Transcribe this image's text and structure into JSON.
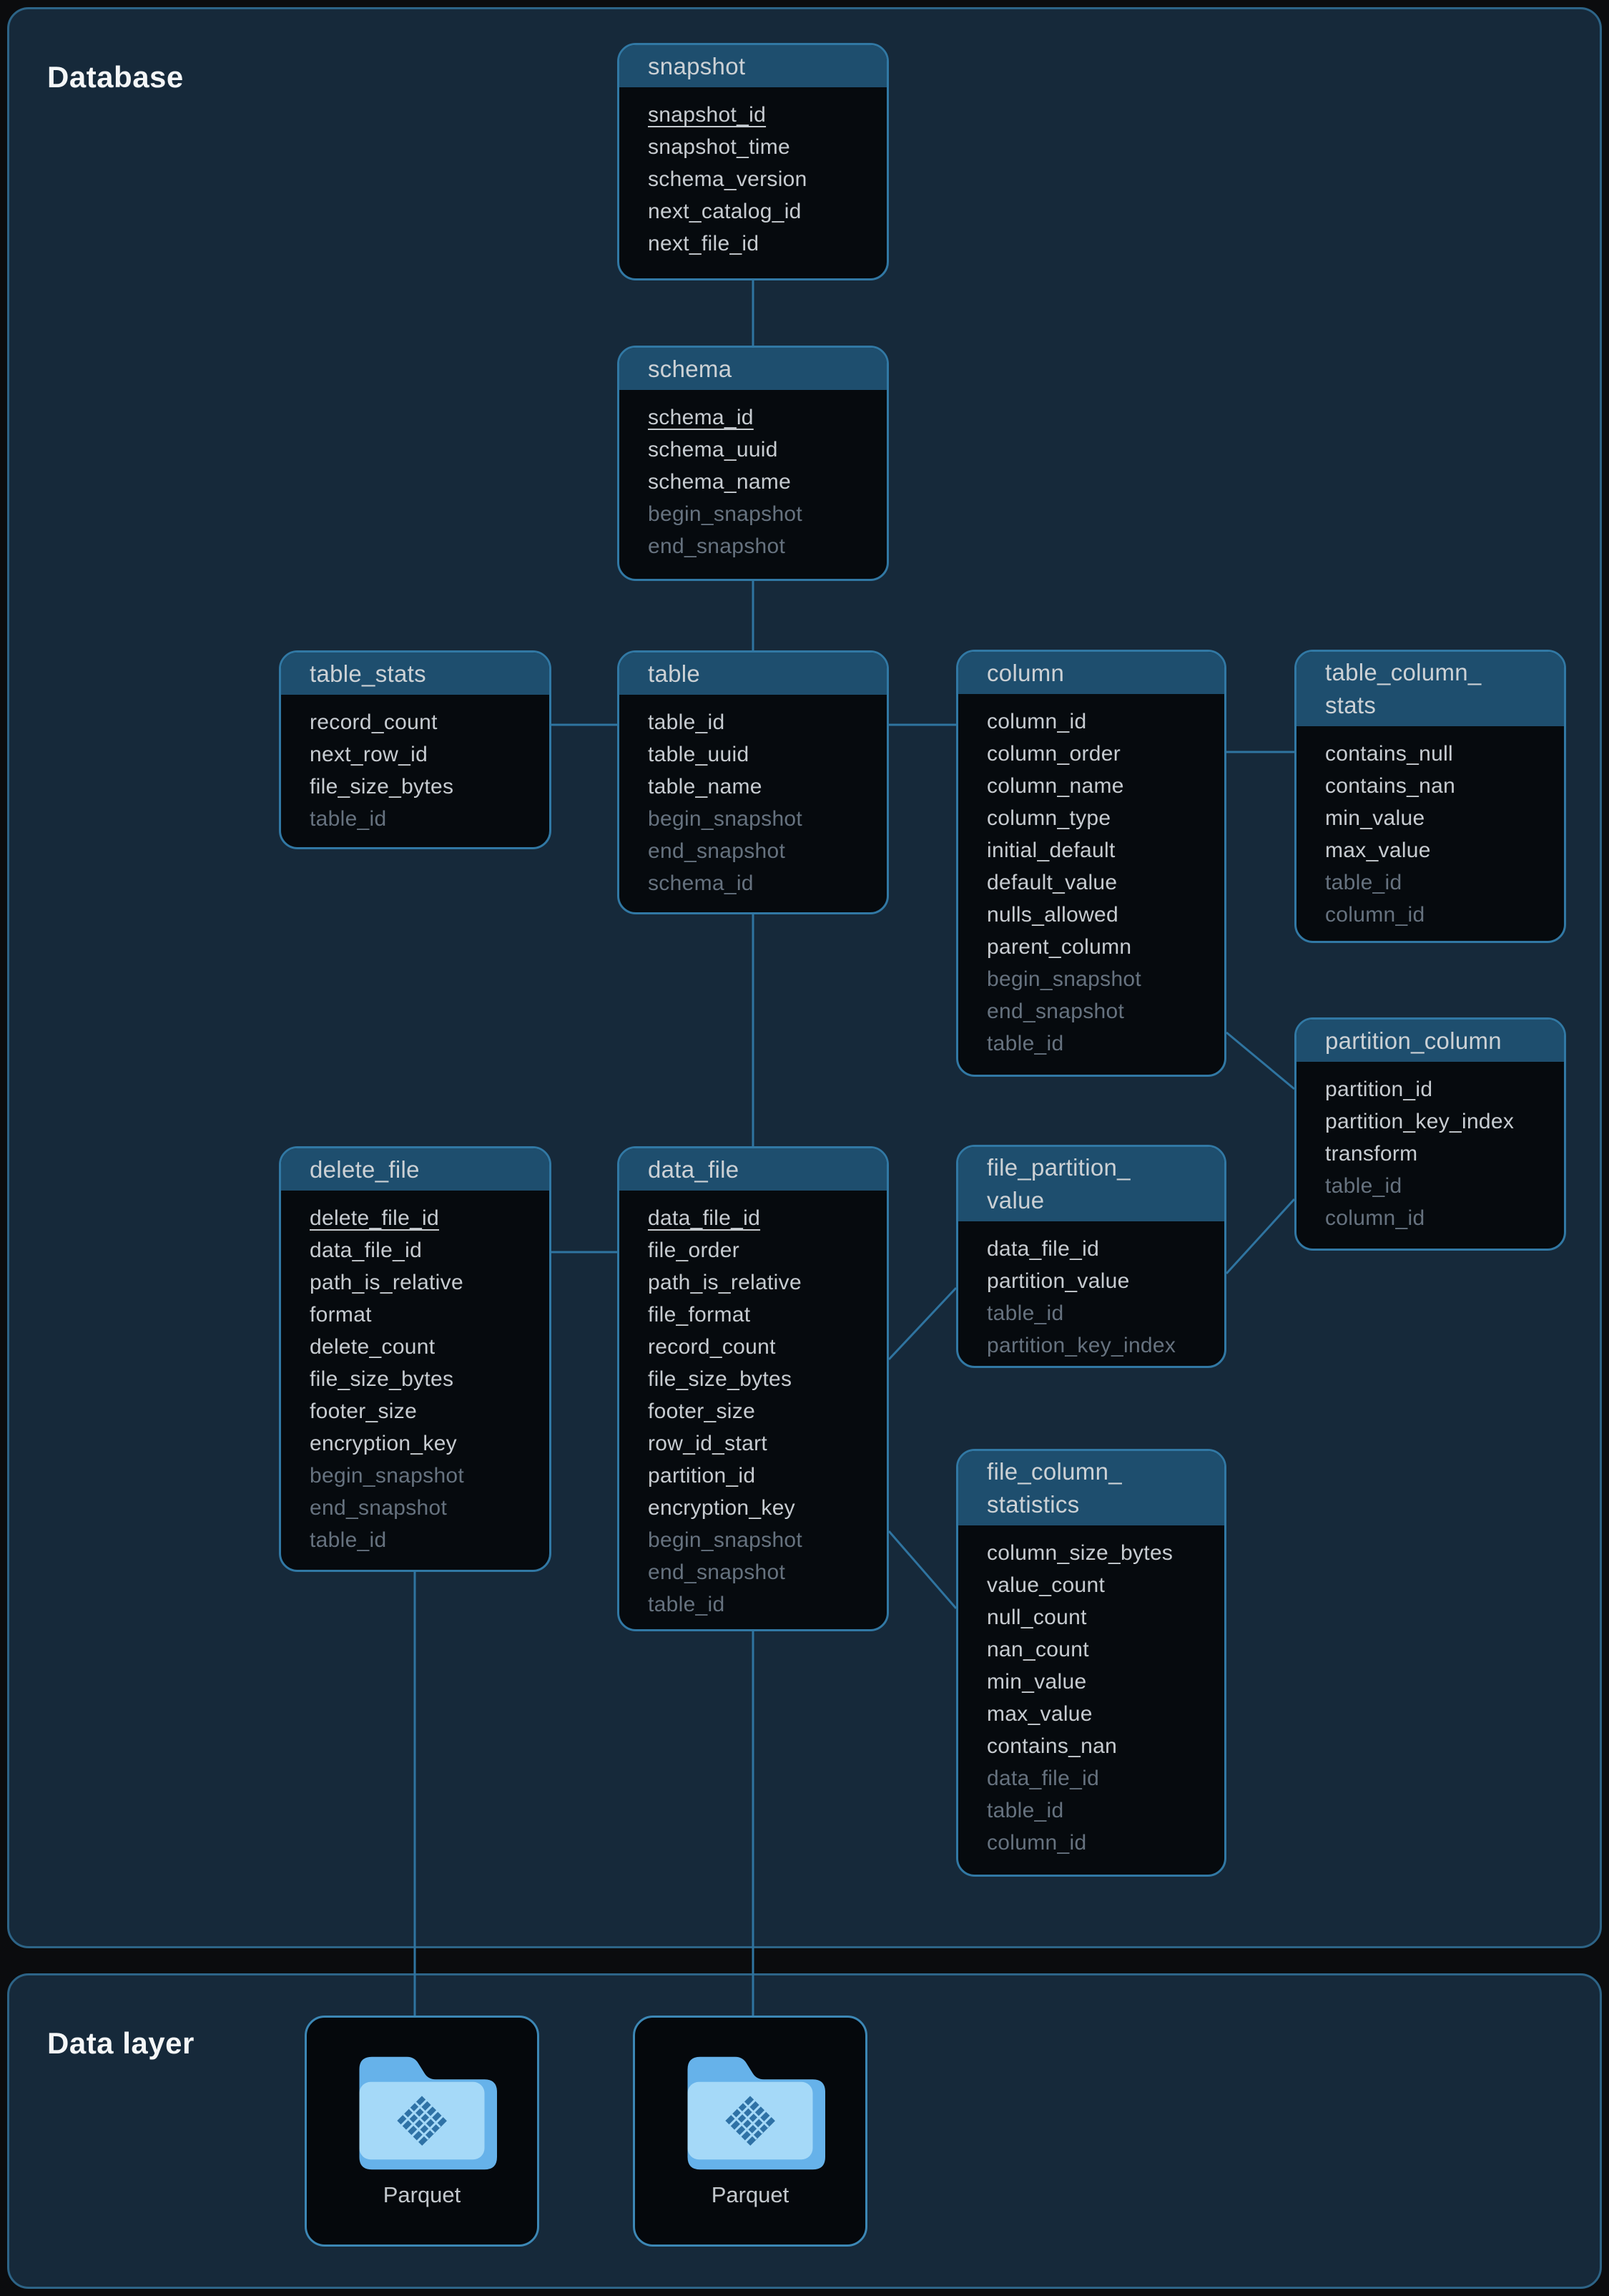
{
  "sections": {
    "database": "Database",
    "data_layer": "Data layer"
  },
  "entities": [
    {
      "id": "snapshot",
      "title_lines": [
        "snapshot"
      ],
      "fields": [
        {
          "name": "snapshot_id",
          "pk": true
        },
        {
          "name": "snapshot_time"
        },
        {
          "name": "schema_version"
        },
        {
          "name": "next_catalog_id"
        },
        {
          "name": "next_file_id"
        }
      ]
    },
    {
      "id": "schema",
      "title_lines": [
        "schema"
      ],
      "fields": [
        {
          "name": "schema_id",
          "pk": true
        },
        {
          "name": "schema_uuid"
        },
        {
          "name": "schema_name"
        },
        {
          "name": "begin_snapshot",
          "dim": true
        },
        {
          "name": "end_snapshot",
          "dim": true
        }
      ]
    },
    {
      "id": "table_stats",
      "title_lines": [
        "table_stats"
      ],
      "fields": [
        {
          "name": "record_count"
        },
        {
          "name": "next_row_id"
        },
        {
          "name": "file_size_bytes"
        },
        {
          "name": "table_id",
          "dim": true
        }
      ]
    },
    {
      "id": "table",
      "title_lines": [
        "table"
      ],
      "fields": [
        {
          "name": "table_id"
        },
        {
          "name": "table_uuid"
        },
        {
          "name": "table_name"
        },
        {
          "name": "begin_snapshot",
          "dim": true
        },
        {
          "name": "end_snapshot",
          "dim": true
        },
        {
          "name": "schema_id",
          "dim": true
        }
      ]
    },
    {
      "id": "column",
      "title_lines": [
        "column"
      ],
      "fields": [
        {
          "name": "column_id"
        },
        {
          "name": "column_order"
        },
        {
          "name": "column_name"
        },
        {
          "name": "column_type"
        },
        {
          "name": "initial_default"
        },
        {
          "name": "default_value"
        },
        {
          "name": "nulls_allowed"
        },
        {
          "name": "parent_column"
        },
        {
          "name": "begin_snapshot",
          "dim": true
        },
        {
          "name": "end_snapshot",
          "dim": true
        },
        {
          "name": "table_id",
          "dim": true
        }
      ]
    },
    {
      "id": "table_column_stats",
      "title_lines": [
        "table_column_",
        "stats"
      ],
      "fields": [
        {
          "name": "contains_null"
        },
        {
          "name": "contains_nan"
        },
        {
          "name": "min_value"
        },
        {
          "name": "max_value"
        },
        {
          "name": "table_id",
          "dim": true
        },
        {
          "name": "column_id",
          "dim": true
        }
      ]
    },
    {
      "id": "partition_column",
      "title_lines": [
        "partition_column"
      ],
      "fields": [
        {
          "name": "partition_id"
        },
        {
          "name": "partition_key_index"
        },
        {
          "name": "transform"
        },
        {
          "name": "table_id",
          "dim": true
        },
        {
          "name": "column_id",
          "dim": true
        }
      ]
    },
    {
      "id": "delete_file",
      "title_lines": [
        "delete_file"
      ],
      "fields": [
        {
          "name": "delete_file_id",
          "pk": true
        },
        {
          "name": "data_file_id"
        },
        {
          "name": "path_is_relative"
        },
        {
          "name": "format"
        },
        {
          "name": "delete_count"
        },
        {
          "name": "file_size_bytes"
        },
        {
          "name": "footer_size"
        },
        {
          "name": "encryption_key"
        },
        {
          "name": "begin_snapshot",
          "dim": true
        },
        {
          "name": "end_snapshot",
          "dim": true
        },
        {
          "name": "table_id",
          "dim": true
        }
      ]
    },
    {
      "id": "data_file",
      "title_lines": [
        "data_file"
      ],
      "fields": [
        {
          "name": "data_file_id",
          "pk": true
        },
        {
          "name": "file_order"
        },
        {
          "name": "path_is_relative"
        },
        {
          "name": "file_format"
        },
        {
          "name": "record_count"
        },
        {
          "name": "file_size_bytes"
        },
        {
          "name": "footer_size"
        },
        {
          "name": "row_id_start"
        },
        {
          "name": "partition_id"
        },
        {
          "name": "encryption_key"
        },
        {
          "name": "begin_snapshot",
          "dim": true
        },
        {
          "name": "end_snapshot",
          "dim": true
        },
        {
          "name": "table_id",
          "dim": true
        }
      ]
    },
    {
      "id": "file_partition_value",
      "title_lines": [
        "file_partition_",
        "value"
      ],
      "fields": [
        {
          "name": "data_file_id"
        },
        {
          "name": "partition_value"
        },
        {
          "name": "table_id",
          "dim": true
        },
        {
          "name": "partition_key_index",
          "dim": true
        }
      ]
    },
    {
      "id": "file_column_statistics",
      "title_lines": [
        "file_column_",
        "statistics"
      ],
      "fields": [
        {
          "name": "column_size_bytes"
        },
        {
          "name": "value_count"
        },
        {
          "name": "null_count"
        },
        {
          "name": "nan_count"
        },
        {
          "name": "min_value"
        },
        {
          "name": "max_value"
        },
        {
          "name": "contains_nan"
        },
        {
          "name": "data_file_id",
          "dim": true
        },
        {
          "name": "table_id",
          "dim": true
        },
        {
          "name": "column_id",
          "dim": true
        }
      ]
    }
  ],
  "parquet": {
    "cards": [
      {
        "label": "Parquet"
      },
      {
        "label": "Parquet"
      }
    ]
  },
  "palette": {
    "outer_background": "#0b0c0e",
    "panel_background": "#16293a",
    "panel_border": "#2d6487",
    "entity_header": "#1e4e6e",
    "entity_body": "#060a0e",
    "entity_border": "#3178a4",
    "relationship_line": "#2f74a0",
    "text_primary": "#c7ccd1",
    "text_dim": "#66727f",
    "folder_front": "#a5d9f8",
    "folder_back": "#66b2ea",
    "parquet_emblem": "#2f72a6"
  }
}
